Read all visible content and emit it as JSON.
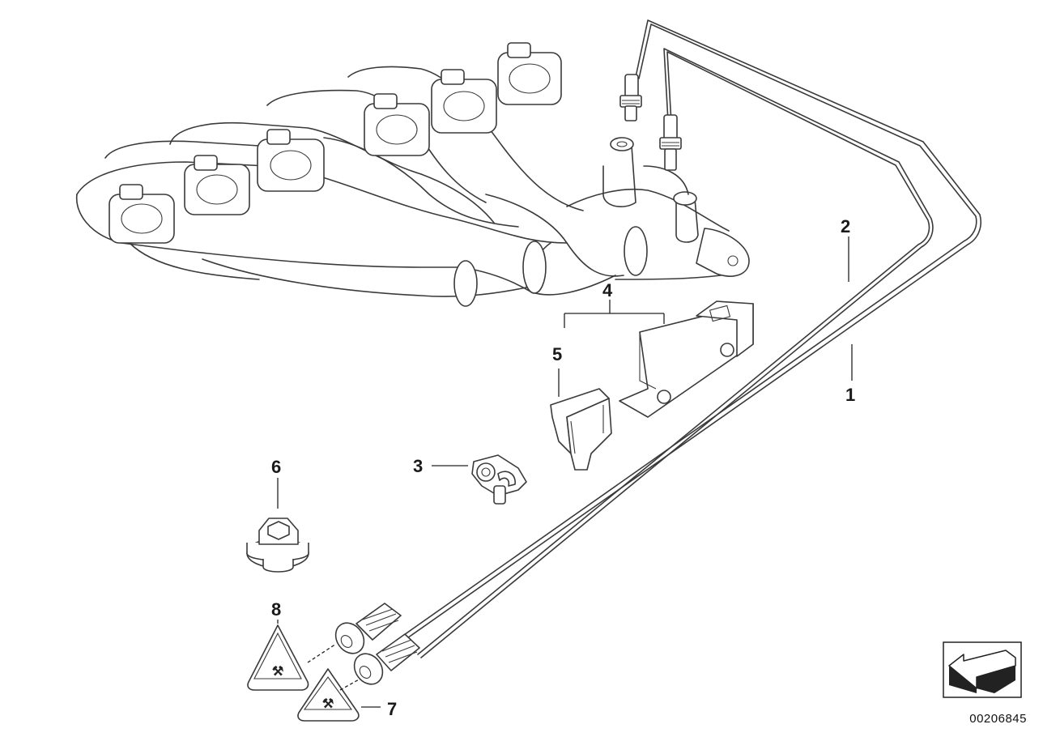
{
  "callouts": [
    {
      "id": "1",
      "label": "1"
    },
    {
      "id": "2",
      "label": "2"
    },
    {
      "id": "3",
      "label": "3"
    },
    {
      "id": "4",
      "label": "4"
    },
    {
      "id": "5",
      "label": "5"
    },
    {
      "id": "6",
      "label": "6"
    },
    {
      "id": "7",
      "label": "7"
    },
    {
      "id": "8",
      "label": "8"
    }
  ],
  "reference_number": "00206845",
  "icons": {
    "nav_arrow": "arrow-back-icon",
    "warning_label": "warning-triangle-icon"
  },
  "colors": {
    "line": "#3a3a3a",
    "background": "#ffffff"
  }
}
